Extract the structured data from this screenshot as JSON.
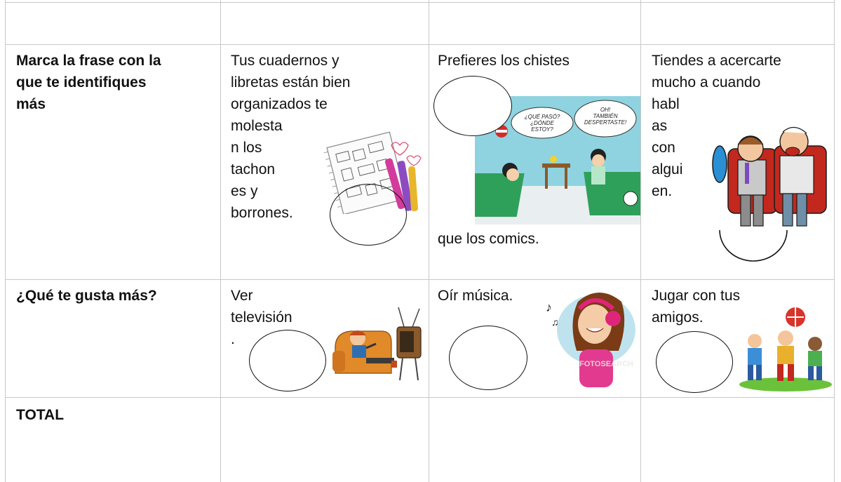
{
  "rows": [
    {
      "label": "Marca la frase con la que te identifiques más",
      "label_lines": [
        "Marca la frase con la",
        "que te identifiques",
        "más"
      ],
      "options": [
        {
          "lines": [
            "Tus cuadernos y",
            "libretas están bien",
            "organizados te",
            "molesta",
            "n los",
            "tachon",
            "es y",
            "borrones."
          ],
          "image_icon": "notebook-markers-icon"
        },
        {
          "lines_top": [
            "Prefieres los chistes"
          ],
          "lines_bottom": [
            "que los comics."
          ],
          "image_icon": "comic-panel-icon",
          "balloons": [
            [
              "¿QUÉ PASÓ?",
              "¿DÓNDE",
              "ESTOY?"
            ],
            [
              "OH!",
              "TAMBIÉN",
              "DESPERTASTE!"
            ]
          ]
        },
        {
          "lines": [
            "Tiendes a acercarte",
            "mucho a cuando",
            "habl",
            "as",
            "con",
            "algui",
            "en."
          ],
          "image_icon": "two-men-talking-icon"
        }
      ]
    },
    {
      "label": "¿Qué te gusta más?",
      "options": [
        {
          "lines": [
            "Ver",
            "televisión",
            "."
          ],
          "image_icon": "tv-watching-icon"
        },
        {
          "lines": [
            "Oír música."
          ],
          "image_icon": "girl-headphones-icon",
          "watermark": "FOTOSEARCH"
        },
        {
          "lines": [
            "Jugar con tus",
            "amigos."
          ],
          "image_icon": "kids-playing-icon"
        }
      ]
    },
    {
      "label": "TOTAL",
      "options": []
    }
  ],
  "colors": {
    "grid": "#c8c8c8",
    "text": "#111111",
    "comic_bg": "#8fd3e0",
    "sheet_green": "#2fa05a"
  }
}
